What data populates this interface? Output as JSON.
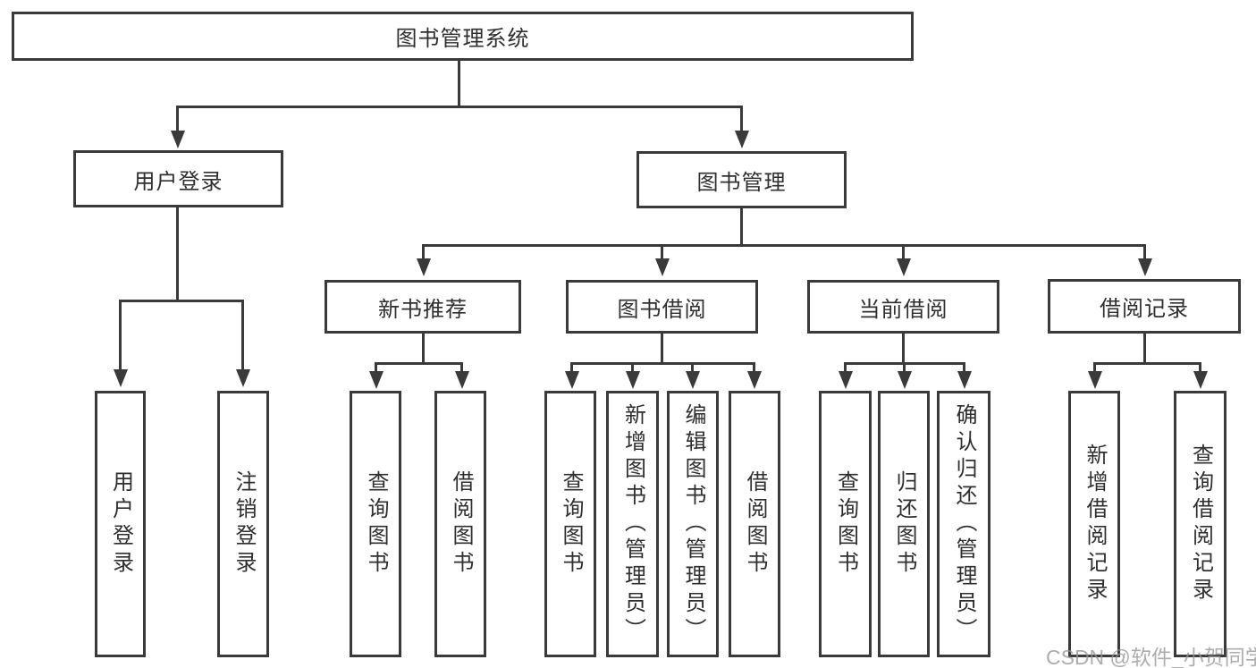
{
  "tree": {
    "root": {
      "label": "图书管理系统",
      "children": [
        {
          "label": "用户登录",
          "children": [
            {
              "label": "用户登录"
            },
            {
              "label": "注销登录"
            }
          ]
        },
        {
          "label": "图书管理",
          "children": [
            {
              "label": "新书推荐",
              "children": [
                {
                  "label": "查询图书"
                },
                {
                  "label": "借阅图书"
                }
              ]
            },
            {
              "label": "图书借阅",
              "children": [
                {
                  "label": "查询图书"
                },
                {
                  "label": "新增图书（管理员）"
                },
                {
                  "label": "编辑图书（管理员）"
                },
                {
                  "label": "借阅图书"
                }
              ]
            },
            {
              "label": "当前借阅",
              "children": [
                {
                  "label": "查询图书"
                },
                {
                  "label": "归还图书"
                },
                {
                  "label": "确认归还（管理员）"
                }
              ]
            },
            {
              "label": "借阅记录",
              "children": [
                {
                  "label": "新增借阅记录"
                },
                {
                  "label": "查询借阅记录"
                }
              ]
            }
          ]
        }
      ]
    }
  },
  "watermark": {
    "text": "CSDN @软件_小贺同学"
  },
  "colors": {
    "line": "#3a3a3a",
    "text": "#2f2f2f",
    "background": "#ffffff",
    "watermark": "#969696"
  }
}
